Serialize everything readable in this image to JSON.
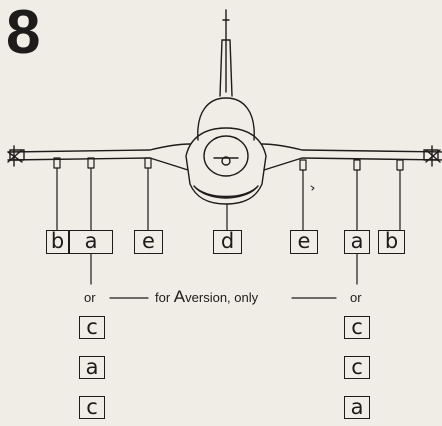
{
  "page_number": "8",
  "station_labels": {
    "left_outer": "b",
    "left_mid": "a",
    "left_inner": "e",
    "center": "d",
    "right_inner": "e",
    "right_mid": "a",
    "right_outer": "b"
  },
  "or_label": "or",
  "for_prefix": "for ",
  "for_letter": "A",
  "for_suffix": "version, only",
  "alt_left": [
    "c",
    "a",
    "c"
  ],
  "alt_right": [
    "c",
    "c",
    "a"
  ]
}
